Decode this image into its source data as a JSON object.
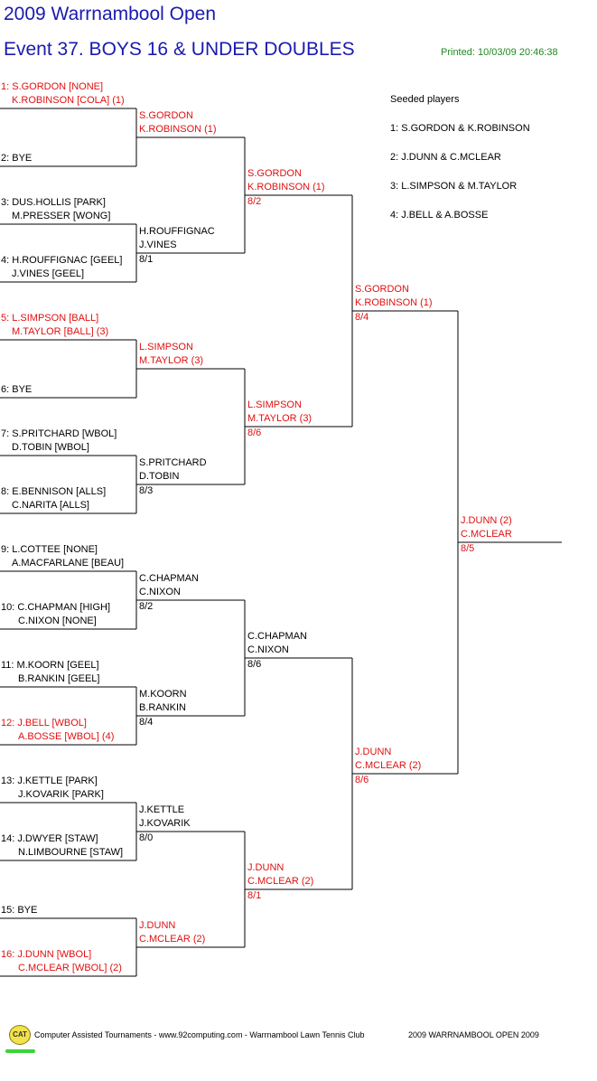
{
  "header": {
    "title": "2009 Warrnambool Open",
    "event": "Event 37. BOYS 16 & UNDER DOUBLES",
    "printed": "Printed: 10/03/09 20:46:38"
  },
  "colors": {
    "title": "#1a1ab0",
    "printed": "#1f8a1f",
    "seeded_entry": "#e01010",
    "normal_entry": "#000000",
    "line": "#000000",
    "logo_fill": "#f2e24a",
    "logo_underline": "#3ad43a"
  },
  "seeded": {
    "title": "Seeded players",
    "players": [
      "1: S.GORDON & K.ROBINSON",
      "2: J.DUNN & C.MCLEAR",
      "3: L.SIMPSON & M.TAYLOR",
      "4: J.BELL & A.BOSSE"
    ]
  },
  "round1": [
    {
      "lines": [
        "1: S.GORDON [NONE]",
        "K.ROBINSON [COLA] (1)"
      ],
      "seeded": true
    },
    {
      "lines": [
        "2: BYE"
      ],
      "seeded": false
    },
    {
      "lines": [
        "3: DUS.HOLLIS [PARK]",
        "M.PRESSER [WONG]"
      ],
      "seeded": false
    },
    {
      "lines": [
        "4: H.ROUFFIGNAC [GEEL]",
        "J.VINES [GEEL]"
      ],
      "seeded": false
    },
    {
      "lines": [
        "5: L.SIMPSON [BALL]",
        "M.TAYLOR [BALL] (3)"
      ],
      "seeded": true
    },
    {
      "lines": [
        "6: BYE"
      ],
      "seeded": false
    },
    {
      "lines": [
        "7: S.PRITCHARD [WBOL]",
        "D.TOBIN [WBOL]"
      ],
      "seeded": false
    },
    {
      "lines": [
        "8: E.BENNISON [ALLS]",
        "C.NARITA [ALLS]"
      ],
      "seeded": false
    },
    {
      "lines": [
        "9: L.COTTEE [NONE]",
        "A.MACFARLANE [BEAU]"
      ],
      "seeded": false
    },
    {
      "lines": [
        "10: C.CHAPMAN [HIGH]",
        "C.NIXON [NONE]"
      ],
      "seeded": false
    },
    {
      "lines": [
        "11: M.KOORN [GEEL]",
        "B.RANKIN [GEEL]"
      ],
      "seeded": false
    },
    {
      "lines": [
        "12: J.BELL [WBOL]",
        "A.BOSSE [WBOL] (4)"
      ],
      "seeded": true
    },
    {
      "lines": [
        "13: J.KETTLE [PARK]",
        "J.KOVARIK [PARK]"
      ],
      "seeded": false
    },
    {
      "lines": [
        "14: J.DWYER [STAW]",
        "N.LIMBOURNE [STAW]"
      ],
      "seeded": false
    },
    {
      "lines": [
        "15: BYE"
      ],
      "seeded": false
    },
    {
      "lines": [
        "16: J.DUNN [WBOL]",
        "C.MCLEAR [WBOL] (2)"
      ],
      "seeded": true
    }
  ],
  "round2": [
    {
      "lines": [
        "S.GORDON",
        "K.ROBINSON (1)"
      ],
      "score": "",
      "seeded": true
    },
    {
      "lines": [
        "H.ROUFFIGNAC",
        "J.VINES"
      ],
      "score": "8/1",
      "seeded": false
    },
    {
      "lines": [
        "L.SIMPSON",
        "M.TAYLOR (3)"
      ],
      "score": "",
      "seeded": true
    },
    {
      "lines": [
        "S.PRITCHARD",
        "D.TOBIN"
      ],
      "score": "8/3",
      "seeded": false
    },
    {
      "lines": [
        "C.CHAPMAN",
        "C.NIXON"
      ],
      "score": "8/2",
      "seeded": false
    },
    {
      "lines": [
        "M.KOORN",
        "B.RANKIN"
      ],
      "score": "8/4",
      "seeded": false
    },
    {
      "lines": [
        "J.KETTLE",
        "J.KOVARIK"
      ],
      "score": "8/0",
      "seeded": false
    },
    {
      "lines": [
        "J.DUNN",
        "C.MCLEAR (2)"
      ],
      "score": "",
      "seeded": true
    }
  ],
  "round3": [
    {
      "lines": [
        "S.GORDON",
        "K.ROBINSON (1)"
      ],
      "score": "8/2",
      "seeded": true
    },
    {
      "lines": [
        "L.SIMPSON",
        "M.TAYLOR (3)"
      ],
      "score": "8/6",
      "seeded": true
    },
    {
      "lines": [
        "C.CHAPMAN",
        "C.NIXON"
      ],
      "score": "8/6",
      "seeded": false
    },
    {
      "lines": [
        "J.DUNN",
        "C.MCLEAR (2)"
      ],
      "score": "8/1",
      "seeded": true
    }
  ],
  "round4": [
    {
      "lines": [
        "S.GORDON",
        "K.ROBINSON (1)"
      ],
      "score": "8/4",
      "seeded": true
    },
    {
      "lines": [
        "J.DUNN",
        "C.MCLEAR (2)"
      ],
      "score": "8/6",
      "seeded": true
    }
  ],
  "final": {
    "lines": [
      "J.DUNN (2)",
      "C.MCLEAR"
    ],
    "score": "8/5",
    "seeded": true
  },
  "footer": {
    "logo_text": "CAT",
    "left": "Computer Assisted Tournaments - www.92computing.com -  Warrnambool Lawn Tennis Club",
    "right": "2009 WARRNAMBOOL OPEN 2009"
  }
}
